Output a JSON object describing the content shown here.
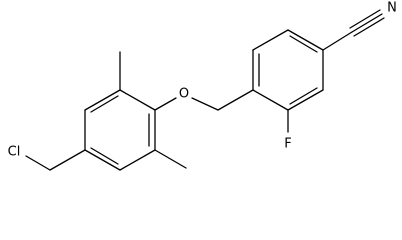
{
  "atom_labels": {
    "chlorine": "Cl",
    "oxygen": "O",
    "fluorine": "F",
    "nitrogen": "N"
  }
}
